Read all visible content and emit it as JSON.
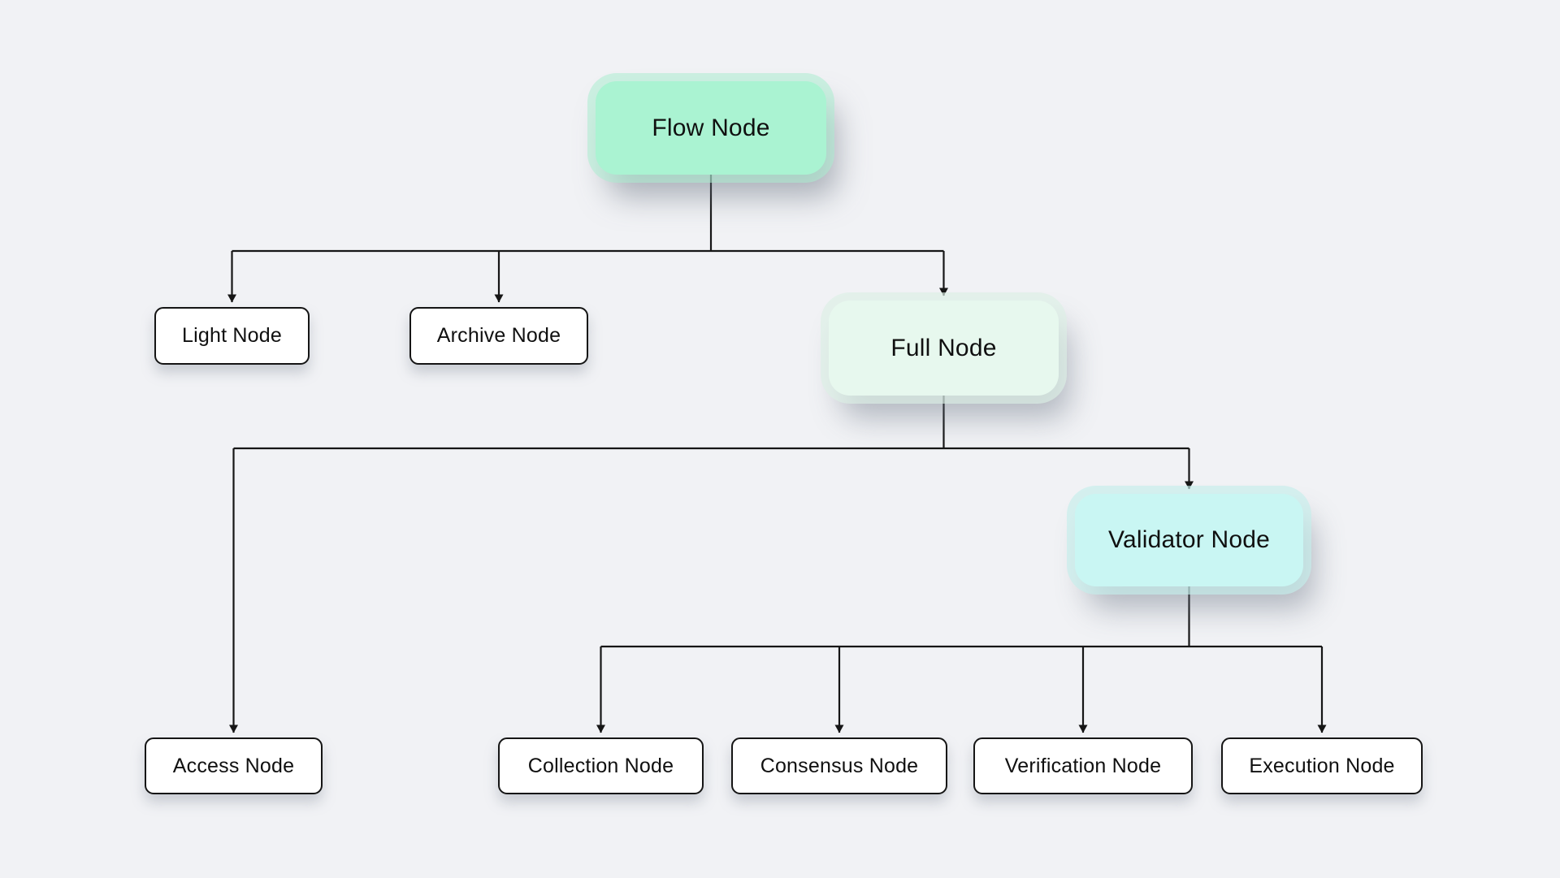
{
  "diagram": {
    "background_color": "#f1f2f5",
    "line_color": "#161616",
    "accent_colors": {
      "root_mint": "#aaf3d2",
      "pale_mint": "#e7f8ee",
      "pale_cyan": "#c9f6f3",
      "leaf_white": "#ffffff"
    },
    "nodes": {
      "flow": {
        "label": "Flow Node",
        "fill": "#aaf3d2"
      },
      "light": {
        "label": "Light Node",
        "fill": "#ffffff"
      },
      "archive": {
        "label": "Archive Node",
        "fill": "#ffffff"
      },
      "full": {
        "label": "Full Node",
        "fill": "#e7f8ee"
      },
      "validator": {
        "label": "Validator Node",
        "fill": "#c9f6f3"
      },
      "access": {
        "label": "Access Node",
        "fill": "#ffffff"
      },
      "collection": {
        "label": "Collection Node",
        "fill": "#ffffff"
      },
      "consensus": {
        "label": "Consensus Node",
        "fill": "#ffffff"
      },
      "verification": {
        "label": "Verification Node",
        "fill": "#ffffff"
      },
      "execution": {
        "label": "Execution Node",
        "fill": "#ffffff"
      }
    },
    "edges": [
      {
        "from": "Flow Node",
        "to": "Light Node"
      },
      {
        "from": "Flow Node",
        "to": "Archive Node"
      },
      {
        "from": "Flow Node",
        "to": "Full Node"
      },
      {
        "from": "Full Node",
        "to": "Access Node"
      },
      {
        "from": "Full Node",
        "to": "Validator Node"
      },
      {
        "from": "Validator Node",
        "to": "Collection Node"
      },
      {
        "from": "Validator Node",
        "to": "Consensus Node"
      },
      {
        "from": "Validator Node",
        "to": "Verification Node"
      },
      {
        "from": "Validator Node",
        "to": "Execution Node"
      }
    ]
  }
}
